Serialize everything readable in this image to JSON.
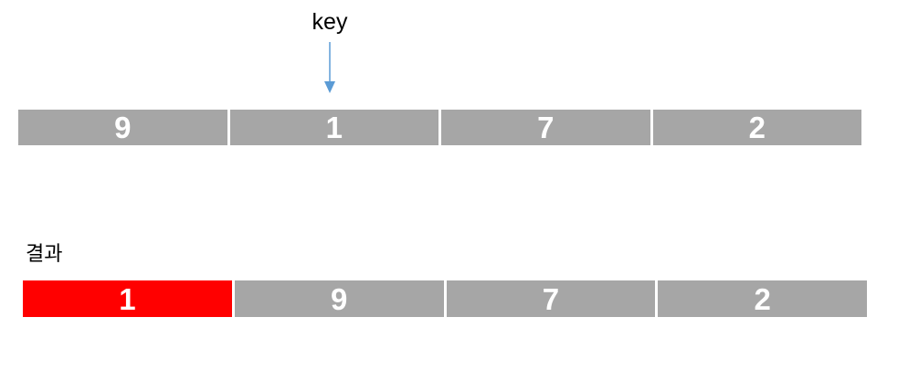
{
  "labels": {
    "key": "key",
    "result": "결과"
  },
  "colors": {
    "cell_gray": "#A6A6A6",
    "highlight_red": "#FF0000",
    "arrow_blue": "#5B9BD5",
    "cell_text": "#FFFFFF",
    "label_text": "#000000",
    "background": "#FFFFFF"
  },
  "top_array": {
    "values": [
      "9",
      "1",
      "7",
      "2"
    ],
    "key_pointer_index": 1
  },
  "result_array": {
    "values": [
      "1",
      "9",
      "7",
      "2"
    ],
    "highlight_index": 0
  }
}
